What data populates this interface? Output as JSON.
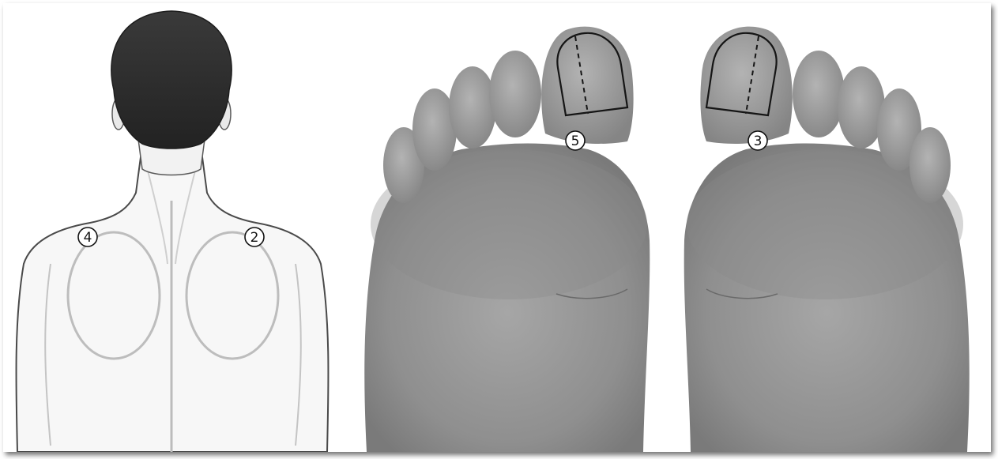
{
  "figure": {
    "markers": [
      {
        "id": "back-left-shoulder",
        "label": "4"
      },
      {
        "id": "back-right-shoulder",
        "label": "2"
      },
      {
        "id": "left-foot-big-toe",
        "label": "5"
      },
      {
        "id": "right-foot-big-toe",
        "label": "3"
      }
    ]
  }
}
